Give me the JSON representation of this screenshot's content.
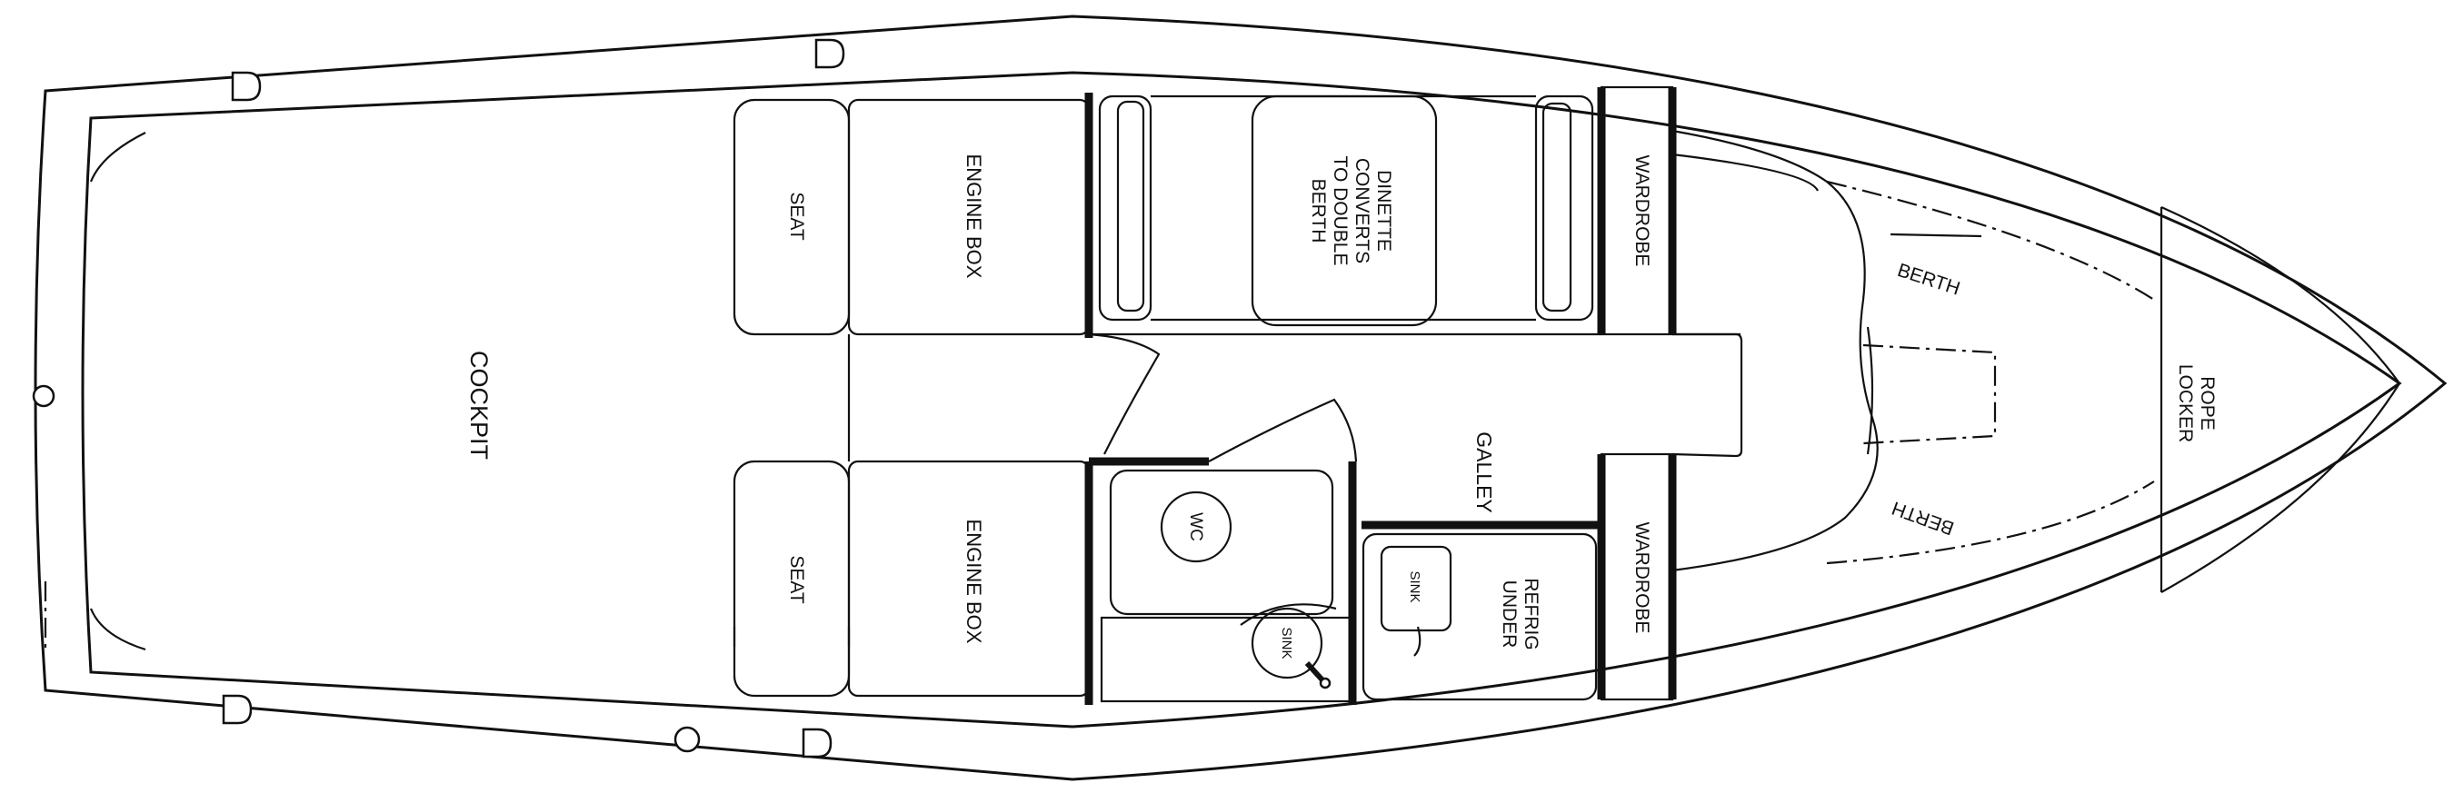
{
  "labels": {
    "cockpit": "COCKPIT",
    "seat_port": "SEAT",
    "seat_starboard": "SEAT",
    "engine_box_port": "ENGINE BOX",
    "engine_box_starboard": "ENGINE BOX",
    "dinette_lines": [
      "DINETTE",
      "CONVERTS",
      "TO DOUBLE",
      "BERTH"
    ],
    "wardrobe_port": "WARDROBE",
    "wardrobe_starboard": "WARDROBE",
    "galley": "GALLEY",
    "wc": "WC",
    "sink_head": "SINK",
    "sink_galley": "SINK",
    "refrig_lines": [
      "REFRIG",
      "UNDER"
    ],
    "berth_port": "BERTH",
    "berth_starboard": "BERTH",
    "rope_locker_lines": [
      "ROPE",
      "LOCKER"
    ]
  },
  "colors": {
    "ink": "#111111",
    "paper": "#ffffff"
  }
}
